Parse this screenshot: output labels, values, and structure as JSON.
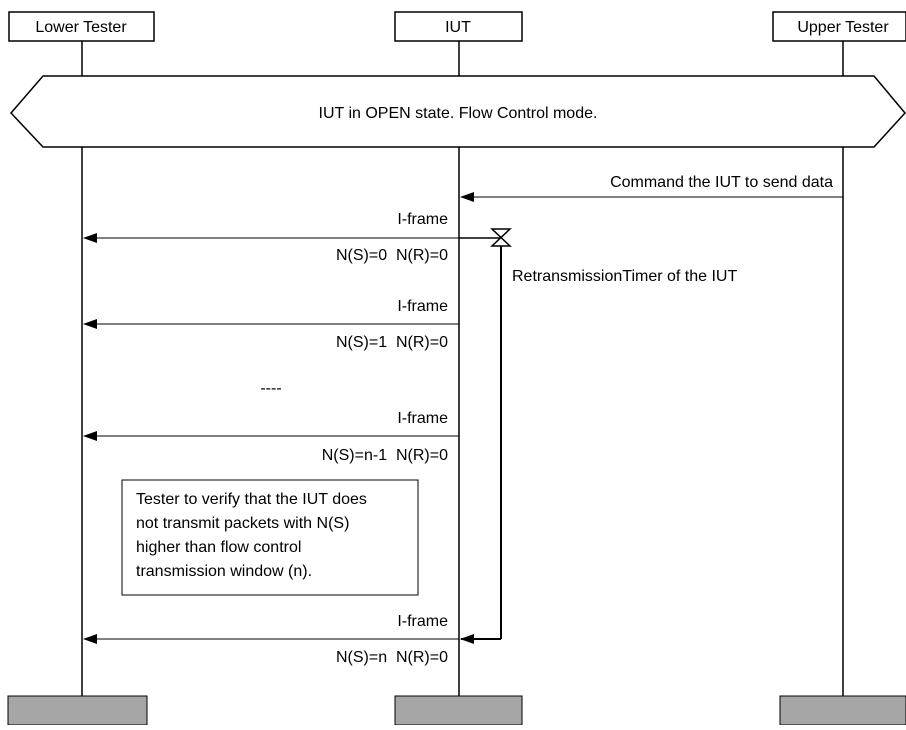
{
  "participants": {
    "lower_tester": "Lower Tester",
    "iut": "IUT",
    "upper_tester": "Upper Tester"
  },
  "state_banner": "IUT in OPEN state. Flow Control mode.",
  "messages": {
    "command": "Command the IUT to send data",
    "frame1_name": "I-frame",
    "frame1_params": "N(S)=0  N(R)=0",
    "frame2_name": "I-frame",
    "frame2_params": "N(S)=1  N(R)=0",
    "ellipsis": "----",
    "frame3_name": "I-frame",
    "frame3_params": "N(S)=n-1  N(R)=0",
    "frame4_name": "I-frame",
    "frame4_params": "N(S)=n  N(R)=0"
  },
  "timer_label": "RetransmissionTimer of the IUT",
  "note_lines": [
    "Tester to verify that the IUT does",
    "not transmit packets with N(S)",
    "higher than flow control",
    "transmission window (n)."
  ],
  "colors": {
    "line": "#000000",
    "footer_block": "#a6a6a6",
    "background": "#ffffff"
  }
}
